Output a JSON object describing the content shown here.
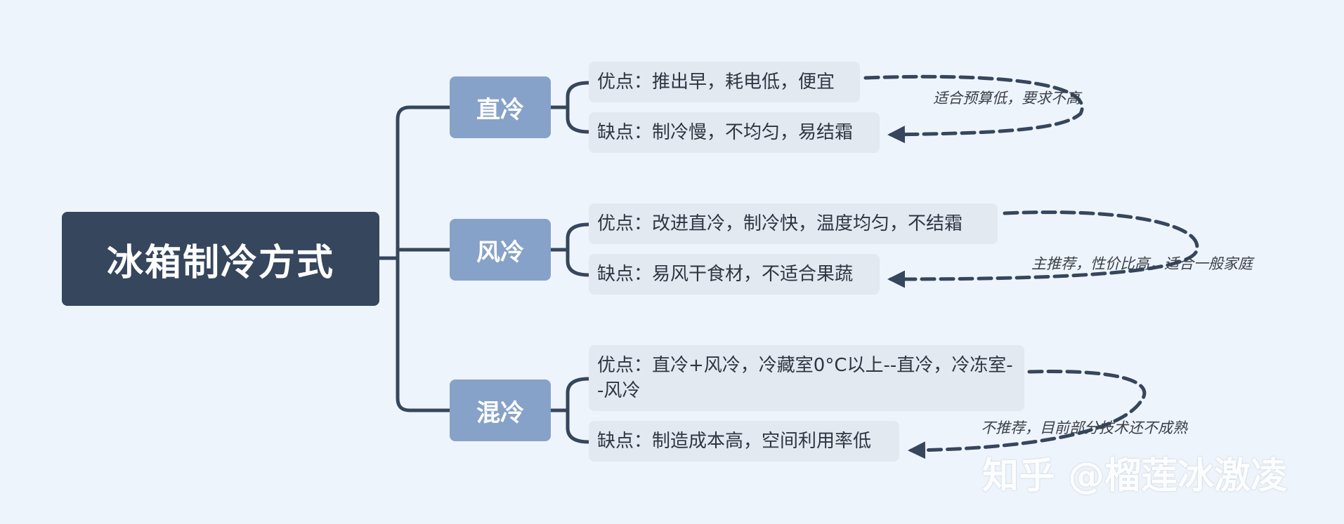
{
  "root": {
    "title": "冰箱制冷方式"
  },
  "branches": [
    {
      "label": "直冷",
      "pro": "优点：推出早，耗电低，便宜",
      "con": "缺点：制冷慢，不均匀，易结霜",
      "note": "适合预算低，要求不高"
    },
    {
      "label": "风冷",
      "pro": "优点：改进直冷，制冷快，温度均匀，不结霜",
      "con": "缺点：易风干食材，不适合果蔬",
      "note": "主推荐，性价比高，适合一般家庭"
    },
    {
      "label": "混冷",
      "pro": "优点：直冷+风冷，冷藏室0°C以上--直冷，冷冻室--风冷",
      "con": "缺点：制造成本高，空间利用率低",
      "note": "不推荐，目前部分技术还不成熟"
    }
  ],
  "watermark": "知乎 @榴莲冰激凌",
  "colors": {
    "background": "#eef4fb",
    "root": "#35465d",
    "branch": "#87a2c8",
    "leaf": "#e3e9f1",
    "line": "#35465d"
  }
}
